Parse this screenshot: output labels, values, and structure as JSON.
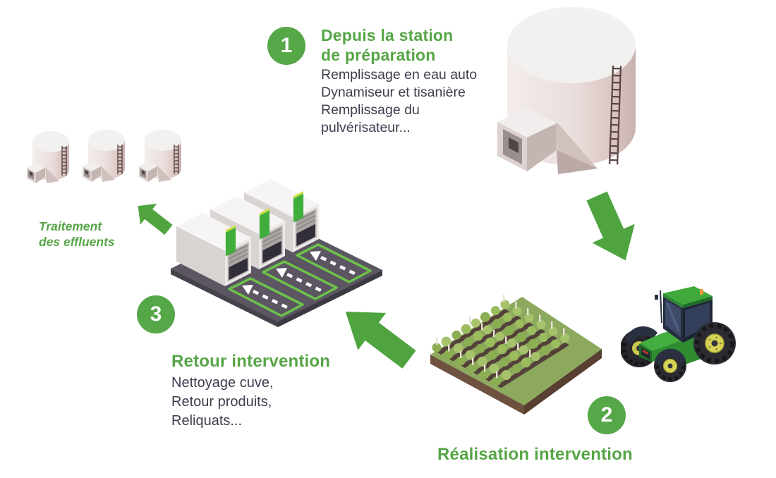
{
  "palette": {
    "green_text": "#56a546",
    "green_badge": "#55a747",
    "green_arrow": "#4fa440",
    "dark_text": "#3e3c4d"
  },
  "steps": [
    {
      "number": "1",
      "title_lines": [
        "Depuis la station",
        "de préparation"
      ],
      "body_lines": [
        "Remplissage en eau auto",
        "Dynamiseur et tisanière",
        "Remplissage du",
        "pulvérisateur..."
      ]
    },
    {
      "number": "2",
      "title_lines": [
        "Réalisation intervention"
      ],
      "body_lines": []
    },
    {
      "number": "3",
      "title_lines": [
        "Retour intervention"
      ],
      "body_lines": [
        "Nettoyage cuve,",
        "Retour produits,",
        "Reliquats..."
      ]
    }
  ],
  "effluents": {
    "label_lines": [
      "Traitement",
      "des effluents"
    ]
  },
  "icons": {
    "arrow_station_to_field": "thick-green-arrow-down-right",
    "arrow_field_to_warehouse": "thick-green-arrow-up-left",
    "arrow_warehouse_to_effluents": "thick-green-arrow-up-left"
  }
}
